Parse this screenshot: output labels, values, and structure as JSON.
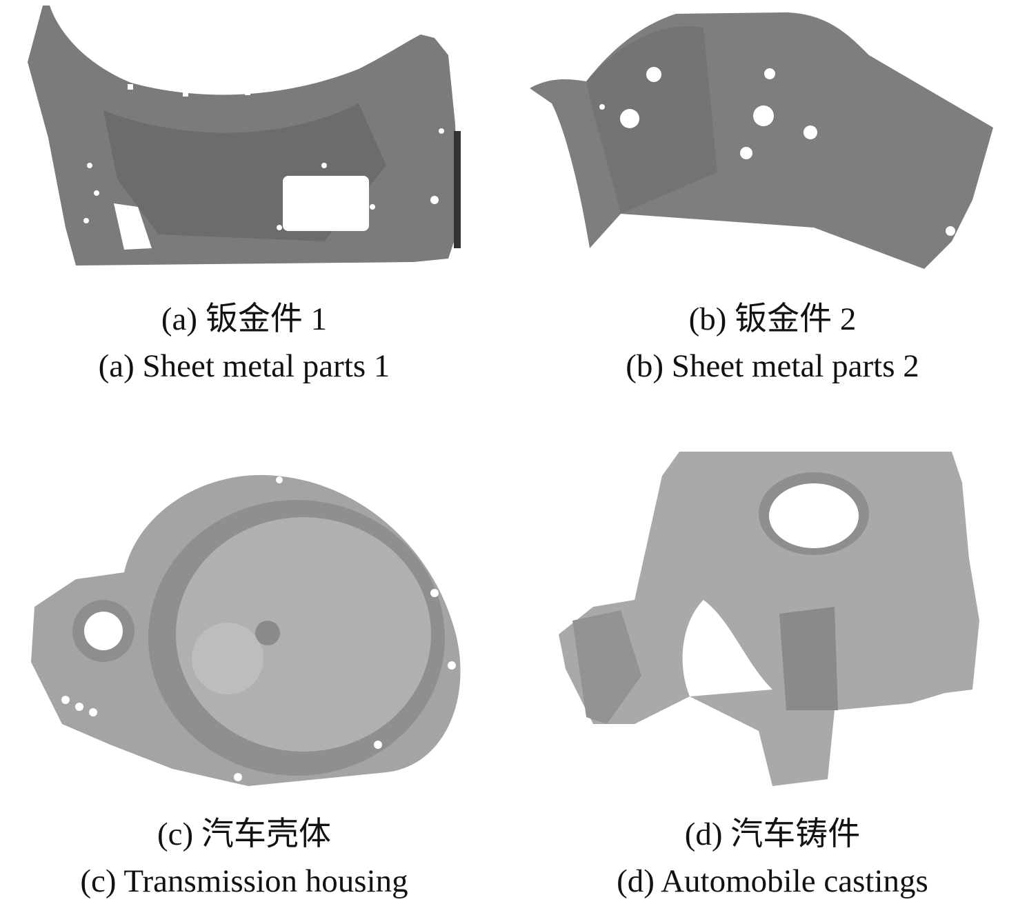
{
  "figure": {
    "panels": [
      {
        "id": "a",
        "caption_cn": "(a) 钣金件 1",
        "caption_en": "(a) Sheet metal parts 1"
      },
      {
        "id": "b",
        "caption_cn": "(b) 钣金件 2",
        "caption_en": "(b) Sheet metal parts 2"
      },
      {
        "id": "c",
        "caption_cn": "(c) 汽车壳体",
        "caption_en": "(c) Transmission housing"
      },
      {
        "id": "d",
        "caption_cn": "(d) 汽车铸件",
        "caption_en": "(d) Automobile castings"
      }
    ],
    "colors": {
      "sheet_metal": "#7b7b7b",
      "casting": "#a9a9a9",
      "caption": "#111111"
    }
  }
}
